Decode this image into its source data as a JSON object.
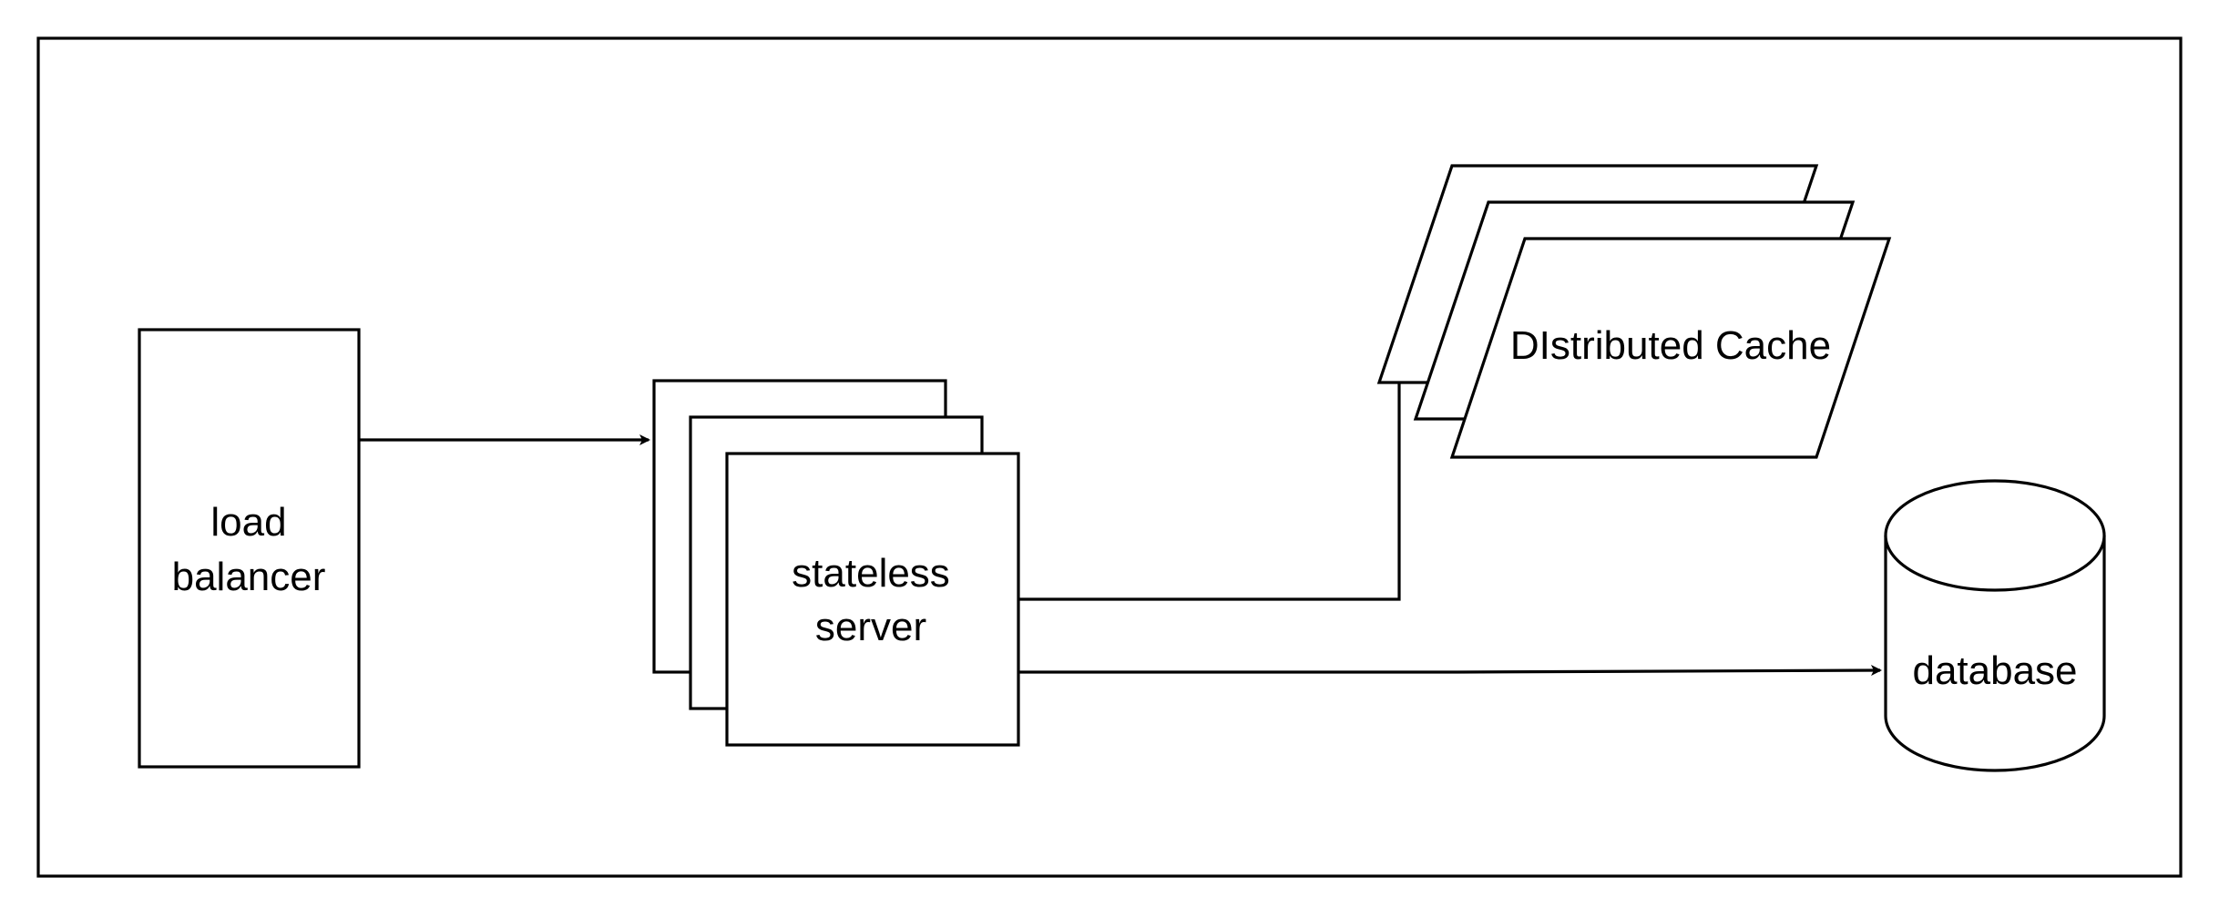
{
  "diagram": {
    "nodes": {
      "load_balancer": {
        "lines": [
          "load",
          "balancer"
        ]
      },
      "stateless_server": {
        "lines": [
          "stateless",
          "server"
        ]
      },
      "distributed_cache": {
        "label": "DIstributed Cache"
      },
      "database": {
        "label": "database"
      }
    },
    "edges": [
      {
        "from": "load_balancer",
        "to": "stateless_server",
        "arrow": true
      },
      {
        "from": "stateless_server",
        "to": "distributed_cache",
        "arrow": false
      },
      {
        "from": "stateless_server",
        "to": "database",
        "arrow": true
      }
    ],
    "colors": {
      "stroke": "#000000",
      "fill": "#ffffff"
    }
  }
}
